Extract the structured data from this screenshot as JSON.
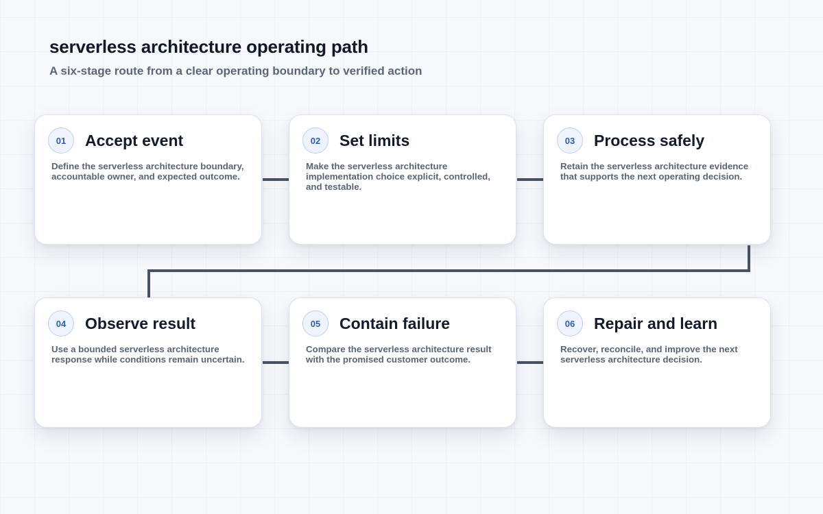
{
  "header": {
    "title": "serverless architecture operating path",
    "subtitle": "A six-stage route from a clear operating boundary to verified action"
  },
  "stages": [
    {
      "number": "01",
      "title": "Accept event",
      "description": "Define the serverless architecture boundary, accountable owner, and expected outcome."
    },
    {
      "number": "02",
      "title": "Set limits",
      "description": "Make the serverless architecture implementation choice explicit, controlled, and testable."
    },
    {
      "number": "03",
      "title": "Process safely",
      "description": "Retain the serverless architecture evidence that supports the next operating decision."
    },
    {
      "number": "04",
      "title": "Observe result",
      "description": "Use a bounded serverless architecture response while conditions remain uncertain."
    },
    {
      "number": "05",
      "title": "Contain failure",
      "description": "Compare the serverless architecture result with the promised customer outcome."
    },
    {
      "number": "06",
      "title": "Repair and learn",
      "description": "Recover, reconcile, and improve the next serverless architecture decision."
    }
  ],
  "colors": {
    "connector": "#475467",
    "badge_text": "#2d5fae",
    "badge_border": "#bcd0f2",
    "title_text": "#121a2b"
  }
}
